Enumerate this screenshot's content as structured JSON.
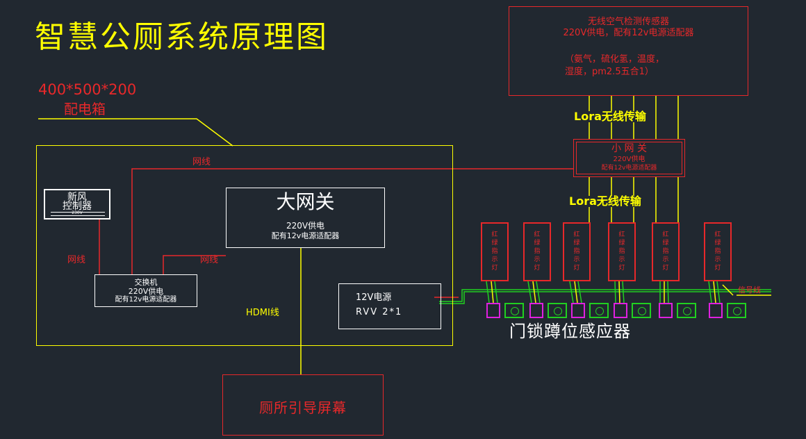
{
  "title": "智慧公厕系统原理图",
  "cabinet": {
    "size": "400*500*200",
    "name": "配电箱"
  },
  "fresh_air": {
    "line1": "新风",
    "line2": "控制器",
    "tag": "230V"
  },
  "big_gateway": {
    "title": "大网关",
    "line1": "220V供电",
    "line2": "配有12v电源适配器"
  },
  "switch": {
    "line1": "交换机",
    "line2": "220V供电",
    "line3": "配有12v电源适配器"
  },
  "power": {
    "line1": "12V电源",
    "line2": "RVV 2*1"
  },
  "labels": {
    "net1": "网线",
    "net2": "网线",
    "net3": "网线",
    "hdmi": "HDMI线",
    "signal": "信号线",
    "lora1": "Lora无线传输",
    "lora2": "Lora无线传输"
  },
  "air_sensor": {
    "line1": "无线空气检测传感器",
    "line2": "220V供电，配有12v电源适配器",
    "line3": "（氨气，硫化氢，温度，",
    "line4": "湿度，pm2.5五合1）"
  },
  "small_gateway": {
    "title": "小 网 关",
    "line1": "220V供电",
    "line2": "配有12v电源适配器"
  },
  "lamps": [
    {
      "c1": "红",
      "c2": "绿",
      "c3": "指",
      "c4": "示",
      "c5": "灯"
    },
    {
      "c1": "红",
      "c2": "绿",
      "c3": "指",
      "c4": "示",
      "c5": "灯"
    },
    {
      "c1": "红",
      "c2": "绿",
      "c3": "指",
      "c4": "示",
      "c5": "灯"
    },
    {
      "c1": "红",
      "c2": "绿",
      "c3": "指",
      "c4": "示",
      "c5": "灯"
    },
    {
      "c1": "红",
      "c2": "绿",
      "c3": "指",
      "c4": "示",
      "c5": "灯"
    },
    {
      "c1": "红",
      "c2": "绿",
      "c3": "指",
      "c4": "示",
      "c5": "灯"
    }
  ],
  "door_sensor_label": "门锁蹲位感应器",
  "screen": "厕所引导屏幕",
  "colors": {
    "background": "#212830",
    "yellow": "#ffff00",
    "red": "#e8282a",
    "green": "#20d020",
    "magenta": "#e020e0",
    "white": "#ffffff"
  }
}
